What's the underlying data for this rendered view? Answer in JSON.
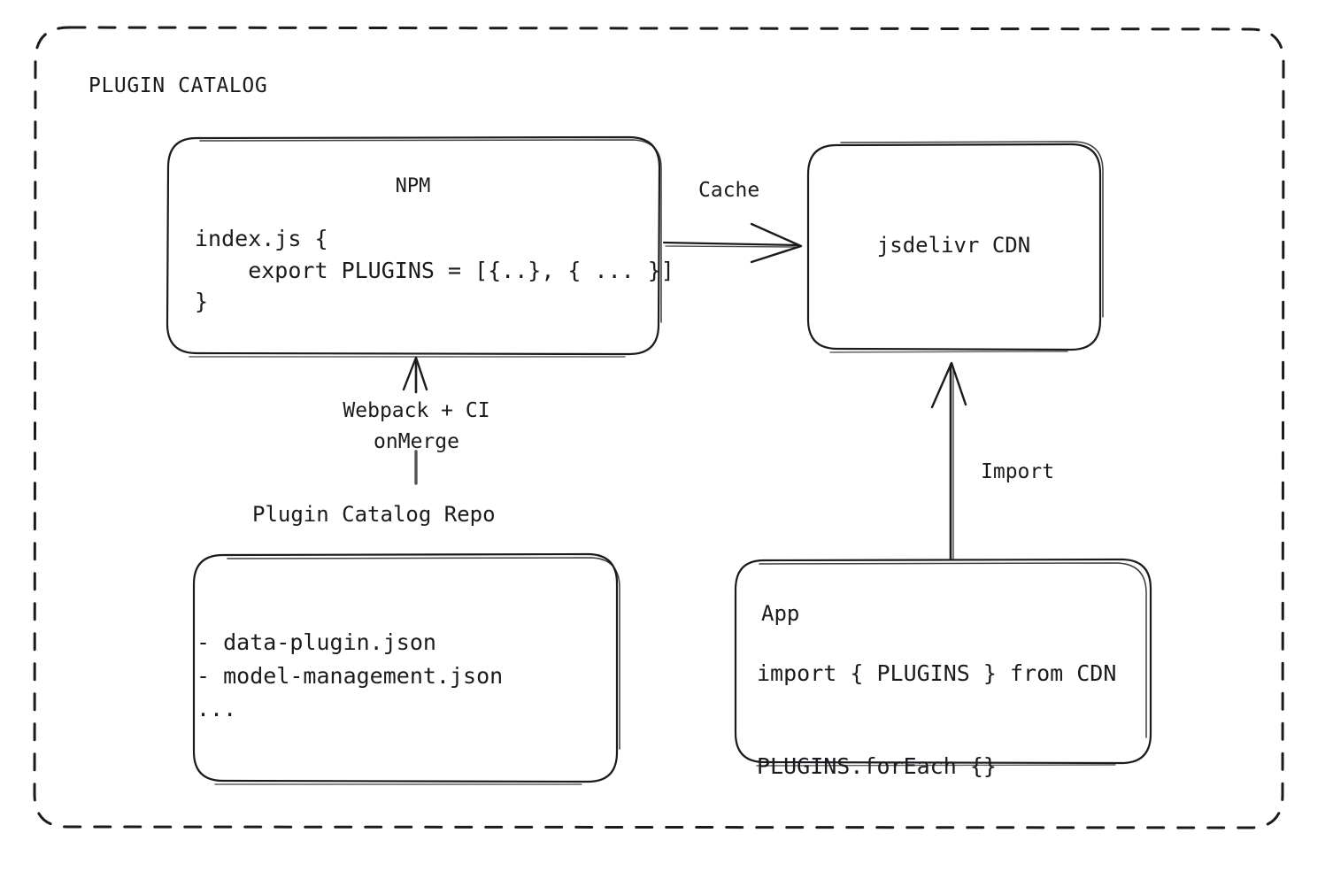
{
  "diagram": {
    "container": {
      "title": "PLUGIN CATALOG",
      "border_style": "dashed",
      "border_color": "#1b1b1f"
    },
    "nodes": {
      "npm": {
        "title": "NPM",
        "code": "index.js {\n    export PLUGINS = [{..}, { ... }]\n}"
      },
      "cdn": {
        "title": "jsdelivr CDN"
      },
      "repo": {
        "caption": "Plugin Catalog Repo",
        "files": "- data-plugin.json\n- model-management.json\n..."
      },
      "app": {
        "title": "App",
        "code": "import { PLUGINS } from CDN\n\nPLUGINS.forEach {}"
      }
    },
    "edges": {
      "cache": {
        "label": "Cache",
        "from": "npm",
        "to": "cdn"
      },
      "build": {
        "label": "Webpack + CI\nonMerge",
        "from": "repo",
        "to": "npm"
      },
      "import": {
        "label": "Import",
        "from": "app",
        "to": "cdn"
      }
    },
    "colors": {
      "stroke": "#1b1b1f",
      "background": "#ffffff"
    }
  }
}
